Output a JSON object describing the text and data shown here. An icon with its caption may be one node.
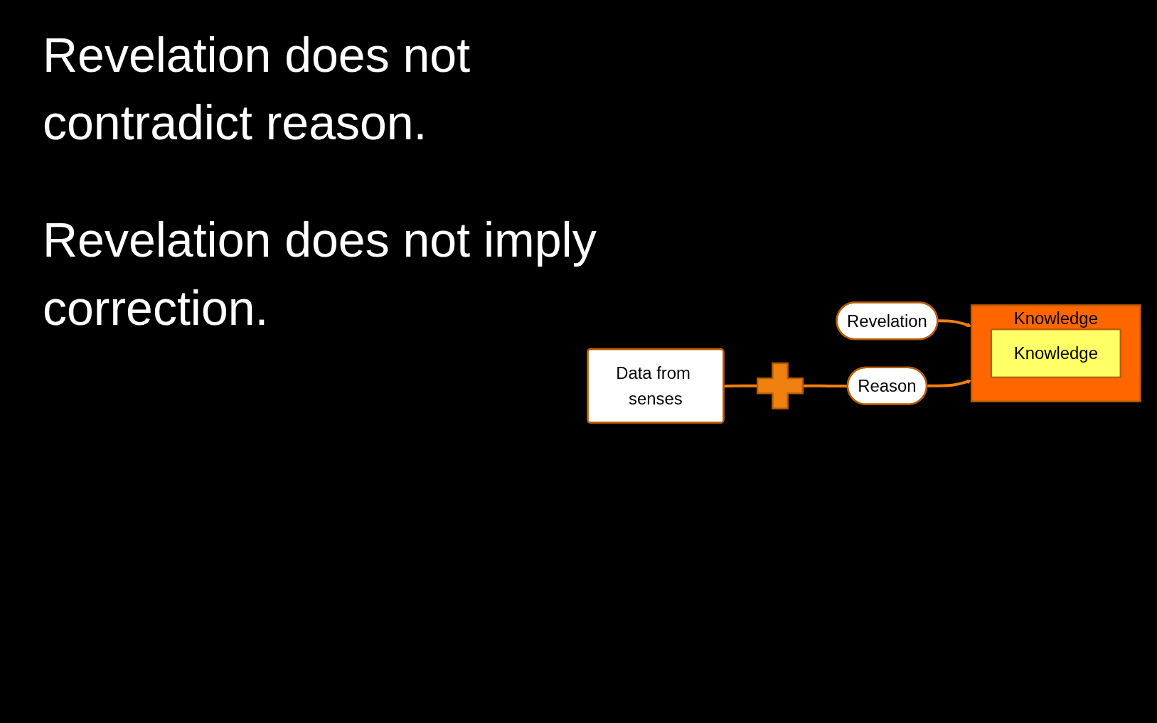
{
  "diagram": {
    "nodes": [
      {
        "text": [
          "Revelation"
        ]
      },
      {
        "text": [
          "Knowledge"
        ]
      },
      {
        "text": [
          "Knowledge"
        ],
        "in": 1
      },
      {
        "text": [
          "Data from senses"
        ]
      },
      {
        "text": [],
        "shape": "cross"
      },
      {
        "text": [
          "Reason"
        ]
      }
    ],
    "edges": [
      {
        "from": 0,
        "to": 1,
        "arrow": "to"
      },
      {
        "from": 3,
        "to": 4,
        "arrow": "none"
      },
      {
        "from": 4,
        "to": 5,
        "arrow": "none"
      },
      {
        "from": 5,
        "to": 1,
        "arrow": "to"
      }
    ],
    "labels": [
      "Revelation does not contradict reason.",
      "Revelation does not imply correction."
    ]
  }
}
